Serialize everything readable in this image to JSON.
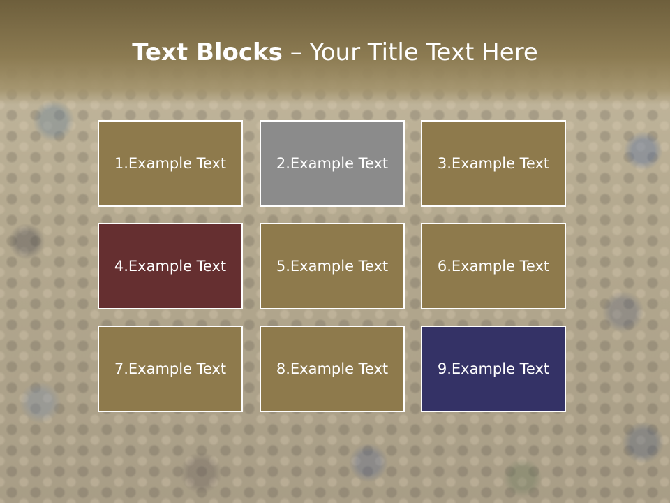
{
  "title": {
    "bold": "Text Blocks",
    "rest": " – Your Title Text Here"
  },
  "blocks": [
    {
      "label": "1.Example Text",
      "color": "#8e7a4c"
    },
    {
      "label": "2.Example Text",
      "color": "#8b8b8b"
    },
    {
      "label": "3.Example Text",
      "color": "#8e7a4c"
    },
    {
      "label": "4.Example Text",
      "color": "#652f30"
    },
    {
      "label": "5.Example Text",
      "color": "#8e7a4c"
    },
    {
      "label": "6.Example Text",
      "color": "#8e7a4c"
    },
    {
      "label": "7.Example Text",
      "color": "#8e7a4c"
    },
    {
      "label": "8.Example Text",
      "color": "#8e7a4c"
    },
    {
      "label": "9.Example Text",
      "color": "#343266"
    }
  ]
}
